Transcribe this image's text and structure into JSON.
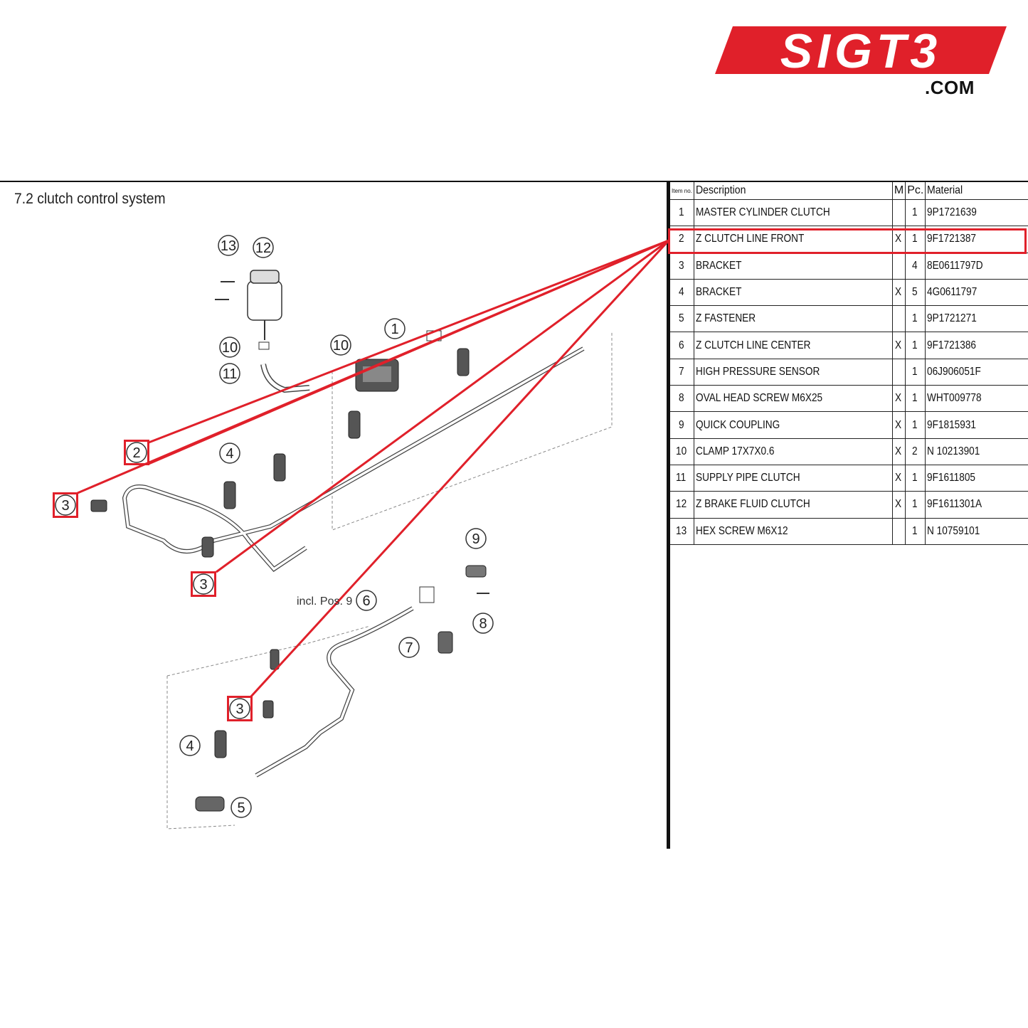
{
  "brand": {
    "logo_text": "SIGT3",
    "domain_suffix": ".COM",
    "brand_color": "#e0202a"
  },
  "page_title": "7.2  clutch control system",
  "diagram": {
    "note": "incl. Pos. 9",
    "callouts": [
      "13",
      "12",
      "1",
      "10",
      "10",
      "11",
      "2",
      "3",
      "4",
      "3",
      "9",
      "8",
      "6",
      "7",
      "3",
      "4",
      "5"
    ],
    "highlight_color": "#e0202a"
  },
  "table": {
    "headers": {
      "item": "Item no.",
      "description": "Description",
      "m": "M",
      "pc": "Pc.",
      "material": "Material"
    },
    "rows": [
      {
        "item": "1",
        "description": "MASTER CYLINDER CLUTCH",
        "m": "",
        "pc": "1",
        "material": "9P1721639"
      },
      {
        "item": "2",
        "description": "Z CLUTCH LINE FRONT",
        "m": "X",
        "pc": "1",
        "material": "9F1721387"
      },
      {
        "item": "3",
        "description": "BRACKET",
        "m": "",
        "pc": "4",
        "material": "8E0611797D"
      },
      {
        "item": "4",
        "description": "BRACKET",
        "m": "X",
        "pc": "5",
        "material": "4G0611797"
      },
      {
        "item": "5",
        "description": "Z FASTENER",
        "m": "",
        "pc": "1",
        "material": "9P1721271"
      },
      {
        "item": "6",
        "description": "Z CLUTCH LINE CENTER",
        "m": "X",
        "pc": "1",
        "material": "9F1721386"
      },
      {
        "item": "7",
        "description": "HIGH PRESSURE SENSOR",
        "m": "",
        "pc": "1",
        "material": "06J906051F"
      },
      {
        "item": "8",
        "description": "OVAL HEAD SCREW M6X25",
        "m": "X",
        "pc": "1",
        "material": "WHT009778"
      },
      {
        "item": "9",
        "description": "QUICK COUPLING",
        "m": "X",
        "pc": "1",
        "material": "9F1815931"
      },
      {
        "item": "10",
        "description": "CLAMP 17X7X0.6",
        "m": "X",
        "pc": "2",
        "material": "N 10213901"
      },
      {
        "item": "11",
        "description": "SUPPLY PIPE CLUTCH",
        "m": "X",
        "pc": "1",
        "material": "9F1611805"
      },
      {
        "item": "12",
        "description": "Z BRAKE FLUID CLUTCH",
        "m": "X",
        "pc": "1",
        "material": "9F1611301A"
      },
      {
        "item": "13",
        "description": "HEX SCREW M6X12",
        "m": "",
        "pc": "1",
        "material": "N 10759101"
      }
    ],
    "highlighted_item": "2"
  }
}
